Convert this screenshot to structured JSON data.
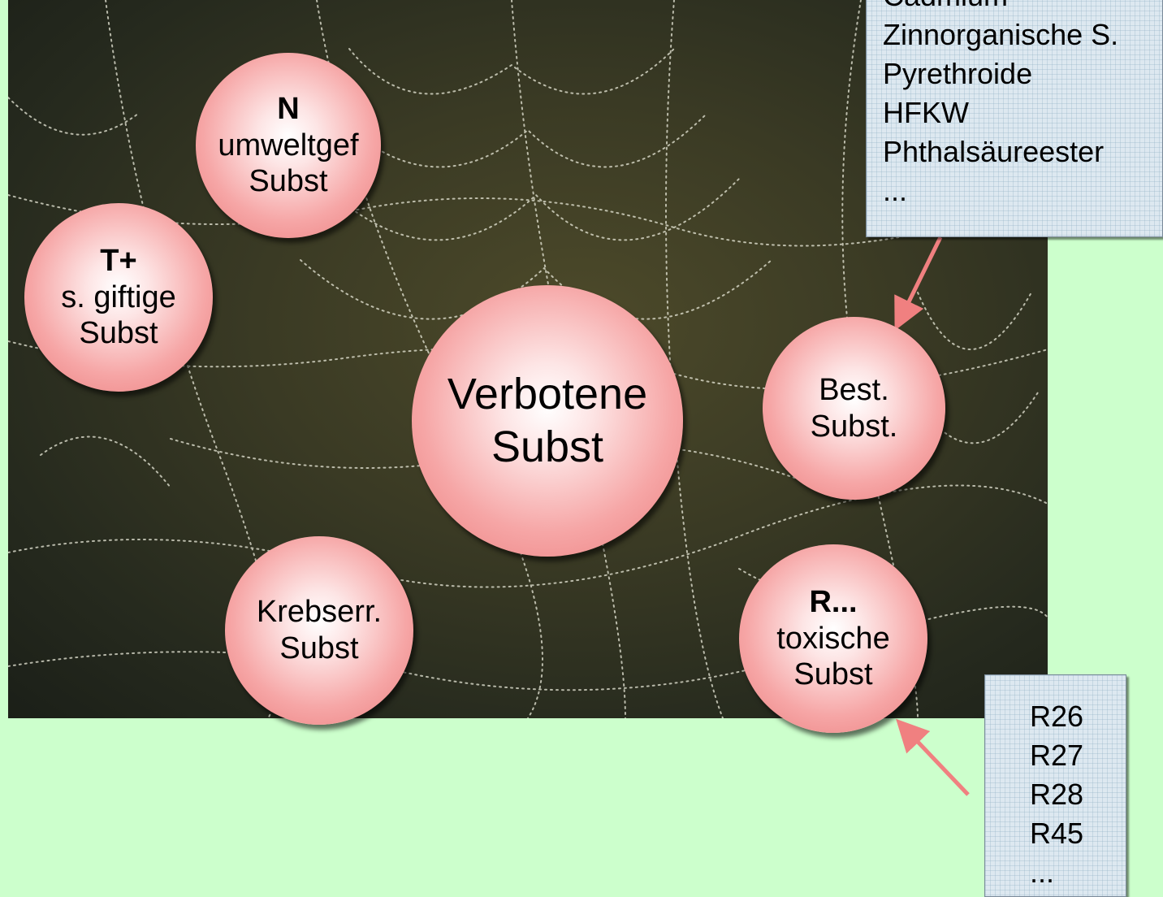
{
  "bubbles": {
    "center": {
      "line1": "Verbotene",
      "line2": "Subst"
    },
    "n": {
      "code": "N",
      "line1": "umweltgef",
      "line2": "Subst"
    },
    "t": {
      "code": "T+",
      "line1": "s. giftige",
      "line2": "Subst"
    },
    "best": {
      "line1": "Best.",
      "line2": "Subst."
    },
    "krebs": {
      "line1": "Krebserr.",
      "line2": "Subst"
    },
    "r": {
      "code": "R...",
      "line1": "toxische",
      "line2": "Subst"
    }
  },
  "substances_box": {
    "items": [
      "Cadmium",
      "Zinnorganische S.",
      "Pyrethroide",
      "HFKW",
      "Phthalsäureester",
      "..."
    ]
  },
  "r_box": {
    "items": [
      "R26",
      "R27",
      "R28",
      "R45",
      "..."
    ]
  },
  "colors": {
    "background": "#ccffcc",
    "bubble": "#f6a6a6",
    "arrow": "#f08080",
    "box": "#dde8f0"
  }
}
